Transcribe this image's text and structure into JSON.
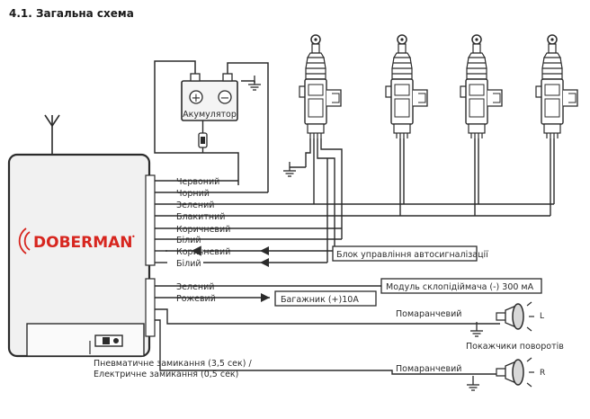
{
  "heading": "4.1. Загальна схема",
  "brand": {
    "name": "DOBERMAN",
    "mark": "•",
    "color": "#d7261f"
  },
  "battery": {
    "label": "Акумулятор",
    "plus": "+",
    "minus": "−"
  },
  "wires_main": [
    "Червоний",
    "Чорний",
    "Зелений",
    "Блакитний",
    "Коричневий",
    "Білий",
    "Коричневий",
    "Білий"
  ],
  "wires_lower": [
    "Зелений",
    "Рожевий",
    "Помаранчевий",
    "Помаранчевий"
  ],
  "boxes": {
    "alarm_unit": "Блок управління автосигналізації",
    "window_module": "Модуль склопідіймача (-) 300 мА",
    "trunk": "Багажник (+)10А"
  },
  "turn_signals": {
    "label": "Покажчики поворотів",
    "left": "L",
    "right": "R"
  },
  "lock_note": {
    "line1": "Пневматичне замикання (3,5 сек) /",
    "line2": "Електричне замикання (0,5 сек)"
  },
  "colors": {
    "line": "#2b2b2b",
    "text": "#2b2b2b"
  }
}
